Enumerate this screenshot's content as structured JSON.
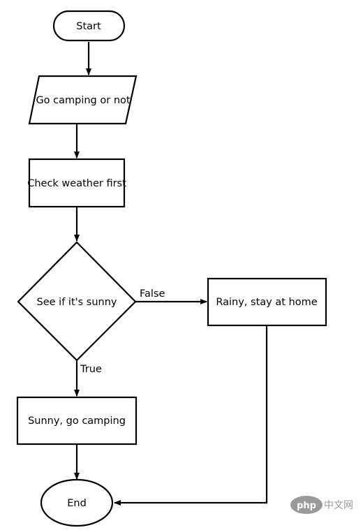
{
  "nodes": {
    "start": "Start",
    "input": "Go camping or not",
    "check": "Check weather first",
    "decision": "See if it's sunny",
    "rainy": "Rainy, stay at home",
    "sunny": "Sunny, go camping",
    "end": "End"
  },
  "edges": {
    "false_label": "False",
    "true_label": "True"
  },
  "watermark": {
    "logo_text": "php",
    "site_text": "中文网",
    "color": "#9a9a9a"
  }
}
